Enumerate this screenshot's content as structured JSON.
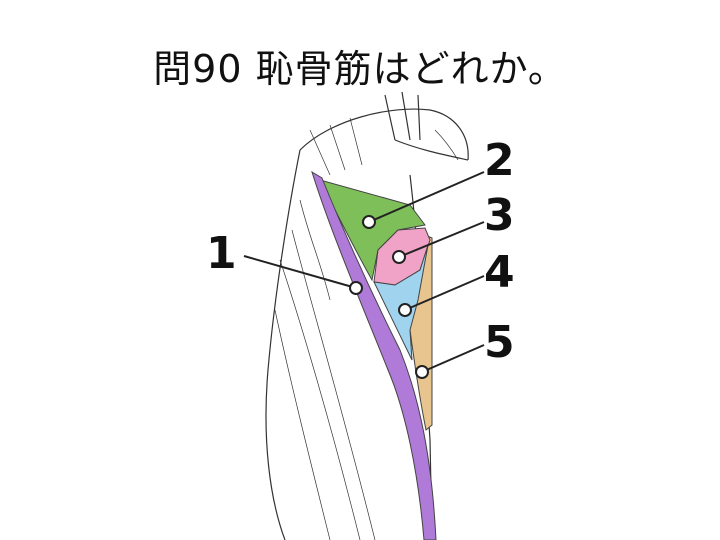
{
  "title": "問90 恥骨筋はどれか。",
  "labels": [
    {
      "id": "1",
      "text": "1"
    },
    {
      "id": "2",
      "text": "2"
    },
    {
      "id": "3",
      "text": "3"
    },
    {
      "id": "4",
      "text": "4"
    },
    {
      "id": "5",
      "text": "5"
    }
  ],
  "colors": {
    "muscle_1": "#b07ad8",
    "muscle_2": "#7fbf5a",
    "muscle_3": "#f0a3c6",
    "muscle_4": "#9fd3ee",
    "muscle_5": "#e8c48e",
    "line": "#222222"
  }
}
